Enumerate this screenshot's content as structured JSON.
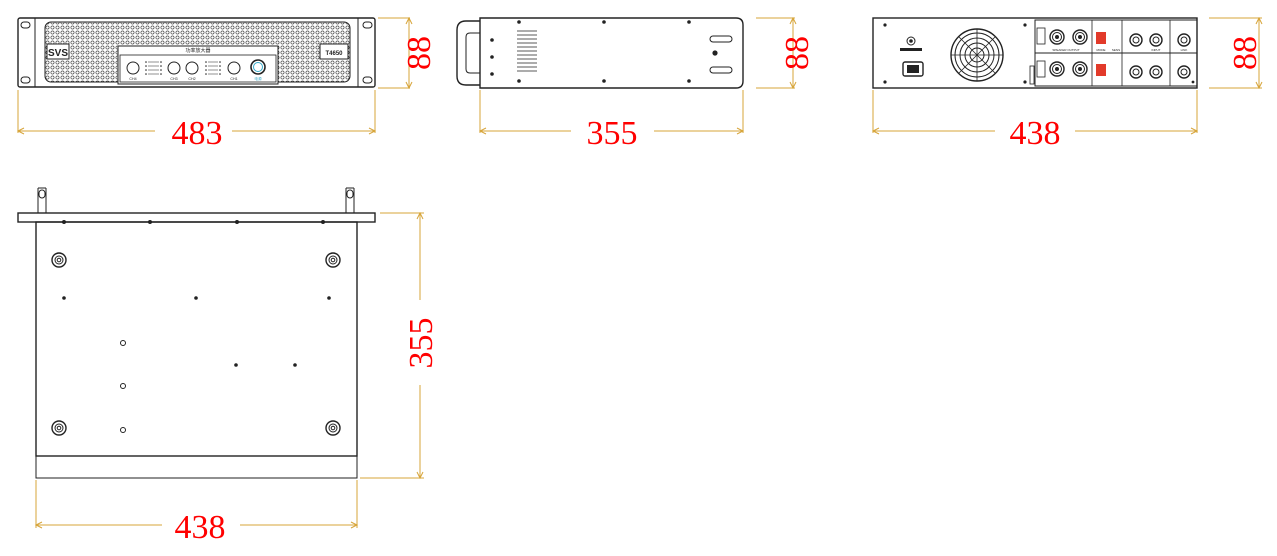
{
  "colors": {
    "line": "#222222",
    "dimension_line": "#d7a53a",
    "dimension_text": "#ff0000",
    "terminal_red": "#e23a2a"
  },
  "front_view": {
    "brand": "SVS",
    "model": "T4650",
    "panel_title": "功率放大器",
    "knob_labels": [
      "CH4",
      "CH3",
      "CH2",
      "CH1"
    ],
    "power_label": "电源",
    "dim_width": "483",
    "dim_height": "88"
  },
  "side_view": {
    "dim_depth": "355",
    "dim_height": "88"
  },
  "rear_view": {
    "dim_width": "438",
    "dim_height": "88",
    "speaker_label": "SPEAKER OUTPUT",
    "mode_label": "MODE",
    "input_label": "INPUT",
    "link_label": "LINK",
    "sens_label": "SENS"
  },
  "top_view": {
    "dim_width": "438",
    "dim_depth": "355"
  }
}
